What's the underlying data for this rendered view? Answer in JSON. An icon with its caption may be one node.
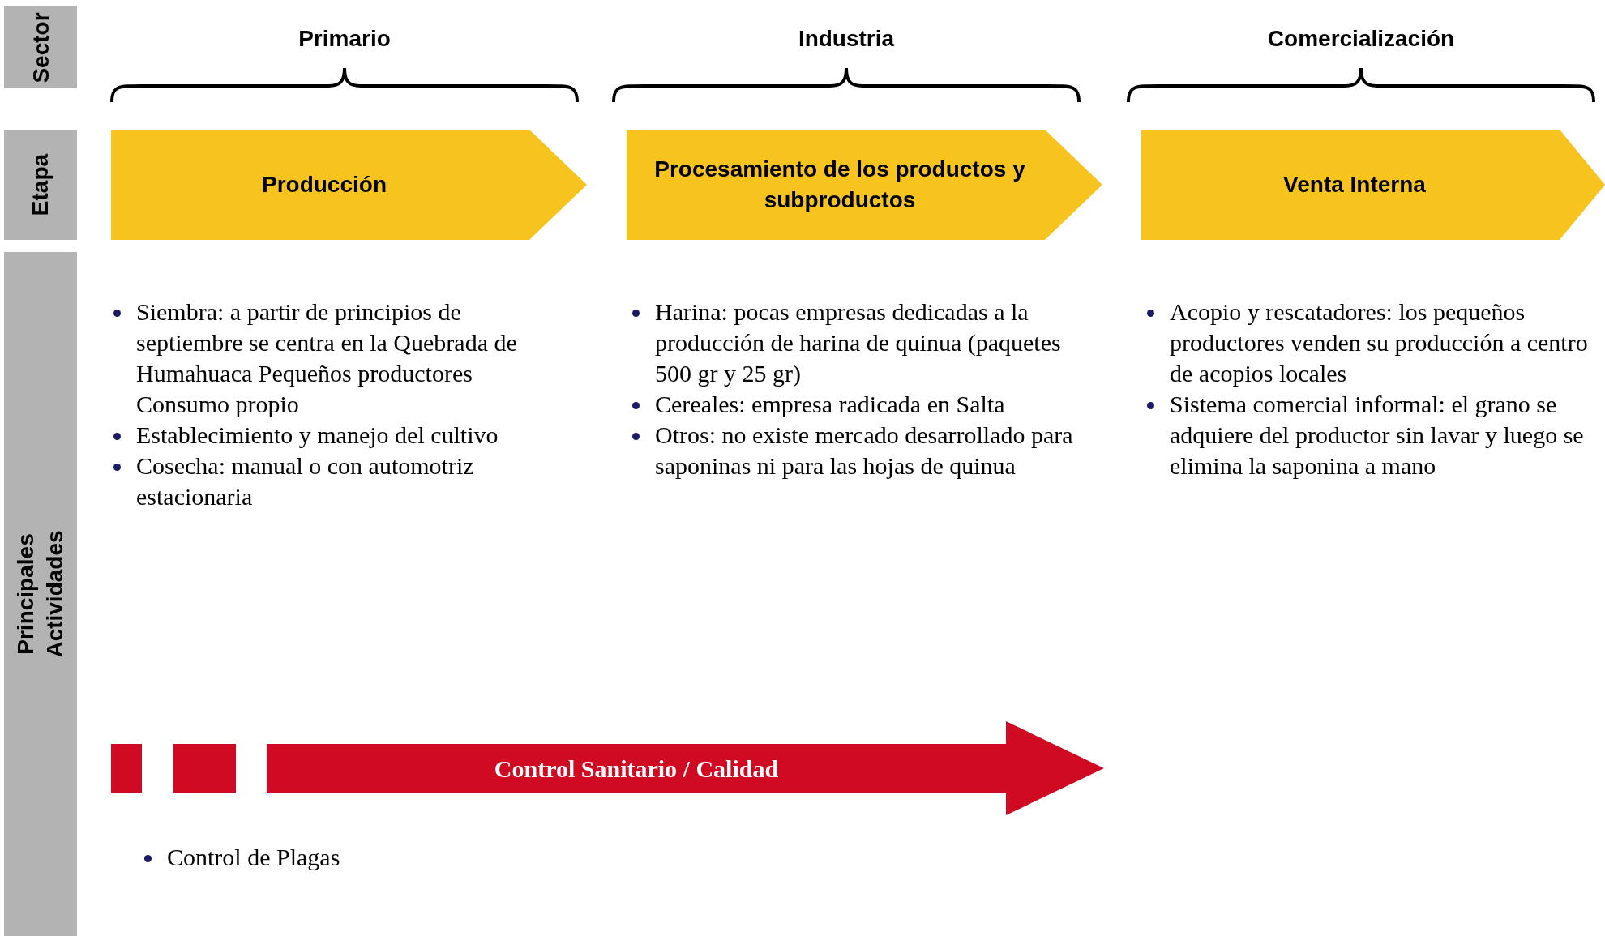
{
  "diagram": {
    "nodes": [
      {
        "text": [
          "Sector"
        ]
      },
      {
        "text": [
          "Etapa"
        ]
      },
      {
        "text": [
          "Principales Actividades"
        ]
      },
      {
        "text": [
          "Producción"
        ]
      },
      {
        "text": [
          "Procesamiento de los productos y subproductos"
        ]
      },
      {
        "text": [
          "Venta Interna"
        ]
      },
      {
        "text": [
          "Control Sanitario / Calidad"
        ]
      }
    ],
    "labels": [
      "Primario",
      "Industria",
      "Comercialización",
      "Siembra: a partir de principios de septiembre se centra en la Quebrada de Humahuaca Pequeños productores Consumo propio",
      "Establecimiento y manejo del cultivo",
      "Cosecha: manual o con automotriz estacionaria",
      "Harina: pocas empresas dedicadas a la producción de harina de quinua (paquetes 500 gr y 25 gr)",
      "Cereales: empresa radicada en Salta",
      "Otros: no existe mercado desarrollado para saponinas ni para las hojas de quinua",
      "Acopio y rescatadores: los pequeños productores venden su producción a centro de acopios locales",
      "Sistema comercial informal: el grano se adquiere del productor sin lavar y luego se elimina la saponina a mano",
      "Control de Plagas"
    ]
  }
}
